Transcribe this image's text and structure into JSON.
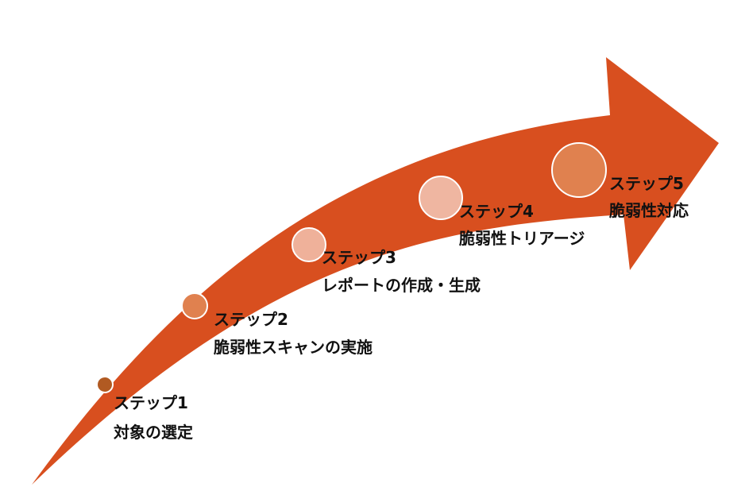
{
  "colors": {
    "arrow": "#d84f1f",
    "circle_outline": "#ffffff",
    "text": "#111111"
  },
  "steps": [
    {
      "title": "ステップ1",
      "label": "対象の選定",
      "color": "#b15a22"
    },
    {
      "title": "ステップ2",
      "label": "脆弱性スキャンの実施",
      "color": "#e0814f"
    },
    {
      "title": "ステップ3",
      "label": "レポートの作成・生成",
      "color": "#efb19a"
    },
    {
      "title": "ステップ4",
      "label": "脆弱性トリアージ",
      "color": "#efb6a1"
    },
    {
      "title": "ステップ5",
      "label": "脆弱性対応",
      "color": "#e0814f"
    }
  ]
}
